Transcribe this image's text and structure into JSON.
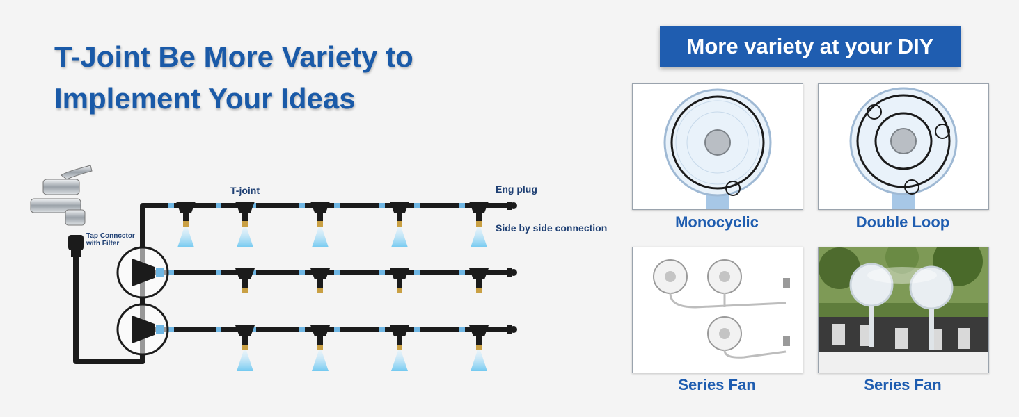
{
  "headline": {
    "line1": "T-Joint Be More Variety to",
    "line2": "Implement Your Ideas"
  },
  "diagram": {
    "labels": {
      "t_joint": "T-joint",
      "end_plug": "Eng plug",
      "tap_connector_line1": "Tap Conncctor",
      "tap_connector_line2": "with Filter",
      "side_by_side": "Side by side connection"
    }
  },
  "variety": {
    "banner": "More variety at your DIY",
    "examples": [
      {
        "caption": "Monocyclic"
      },
      {
        "caption": "Double Loop"
      },
      {
        "caption": "Series Fan"
      },
      {
        "caption": "Series Fan"
      }
    ]
  },
  "colors": {
    "brand_blue": "#1f5db0",
    "tube": "#1b1b1b",
    "mist": "#9fd8f5"
  }
}
